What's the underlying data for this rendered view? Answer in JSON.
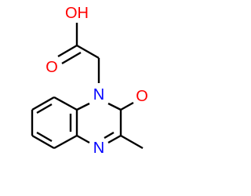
{
  "molecule": {
    "labels": {
      "hydroxyl": "OH",
      "carboxyl_oxygen": "O",
      "ring_nitrogen_1": "N",
      "carbonyl_oxygen": "O",
      "ring_nitrogen_4": "N"
    },
    "colors": {
      "oxygen": "#ff0000",
      "nitrogen": "#0000ff",
      "bond": "#000000"
    }
  }
}
